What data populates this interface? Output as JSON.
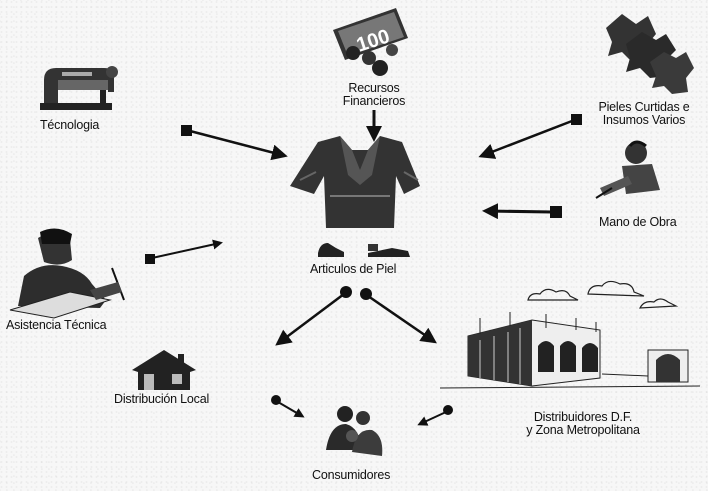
{
  "nodes": {
    "tecnologia": "Técnologia",
    "recursos_line1": "Recursos",
    "recursos_line2": "Financieros",
    "pieles_line1": "Pieles Curtidas e",
    "pieles_line2": "Insumos Varios",
    "mano_obra": "Mano de Obra",
    "articulos": "Articulos de Piel",
    "asistencia": "Asistencia Técnica",
    "distribucion_local": "Distribución Local",
    "distribuidores_line1": "Distribuidores D.F.",
    "distribuidores_line2": "y Zona Metropolitana",
    "consumidores": "Consumidores"
  },
  "money_note": "100"
}
